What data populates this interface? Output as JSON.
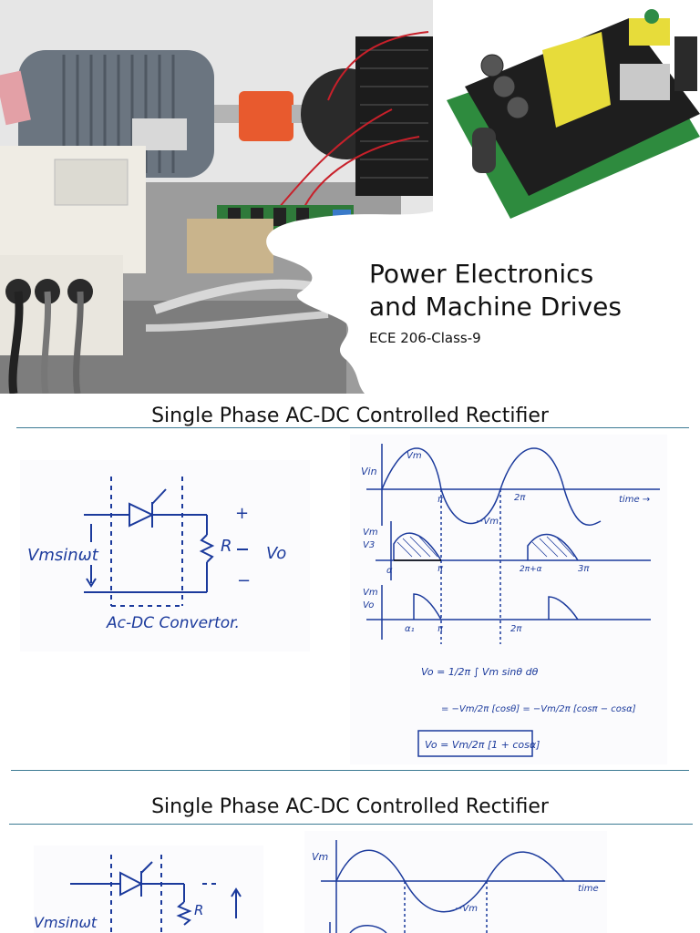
{
  "slide1": {
    "title_line1": "Power Electronics",
    "title_line2": "and Machine Drives",
    "subtitle": "ECE 206-Class-9"
  },
  "slide2": {
    "heading": "Single Phase AC-DC Controlled Rectifier",
    "circuit": {
      "source_label": "Vmsinωt",
      "resistor_label": "R",
      "output_label": "Vo",
      "plus": "+",
      "minus": "−",
      "caption": "Ac-DC Convertor."
    },
    "waveforms": {
      "vin": "Vin",
      "vm": "Vm",
      "neg_vm": "−Vm",
      "pi": "π",
      "two_pi": "2π",
      "two_pi_alpha": "2π+α",
      "three_pi": "3π",
      "alpha": "α",
      "alpha1": "α₁",
      "time": "time →",
      "vo": "Vo",
      "v3": "V3"
    },
    "equations": {
      "eq1": "Vo = 1/2π ∫ Vm sinθ dθ",
      "eq2": "= −Vm/2π [cosθ] = −Vm/2π [cosπ − cosα]",
      "eq3": "Vo = Vm/2π [1 + cosα]"
    }
  },
  "slide3": {
    "heading": "Single Phase AC-DC Controlled Rectifier",
    "circuit": {
      "source_label": "Vmsinωt",
      "resistor_label": "R"
    },
    "waveforms": {
      "vm": "Vm",
      "neg_vm": "−Vm",
      "time": "time"
    }
  }
}
